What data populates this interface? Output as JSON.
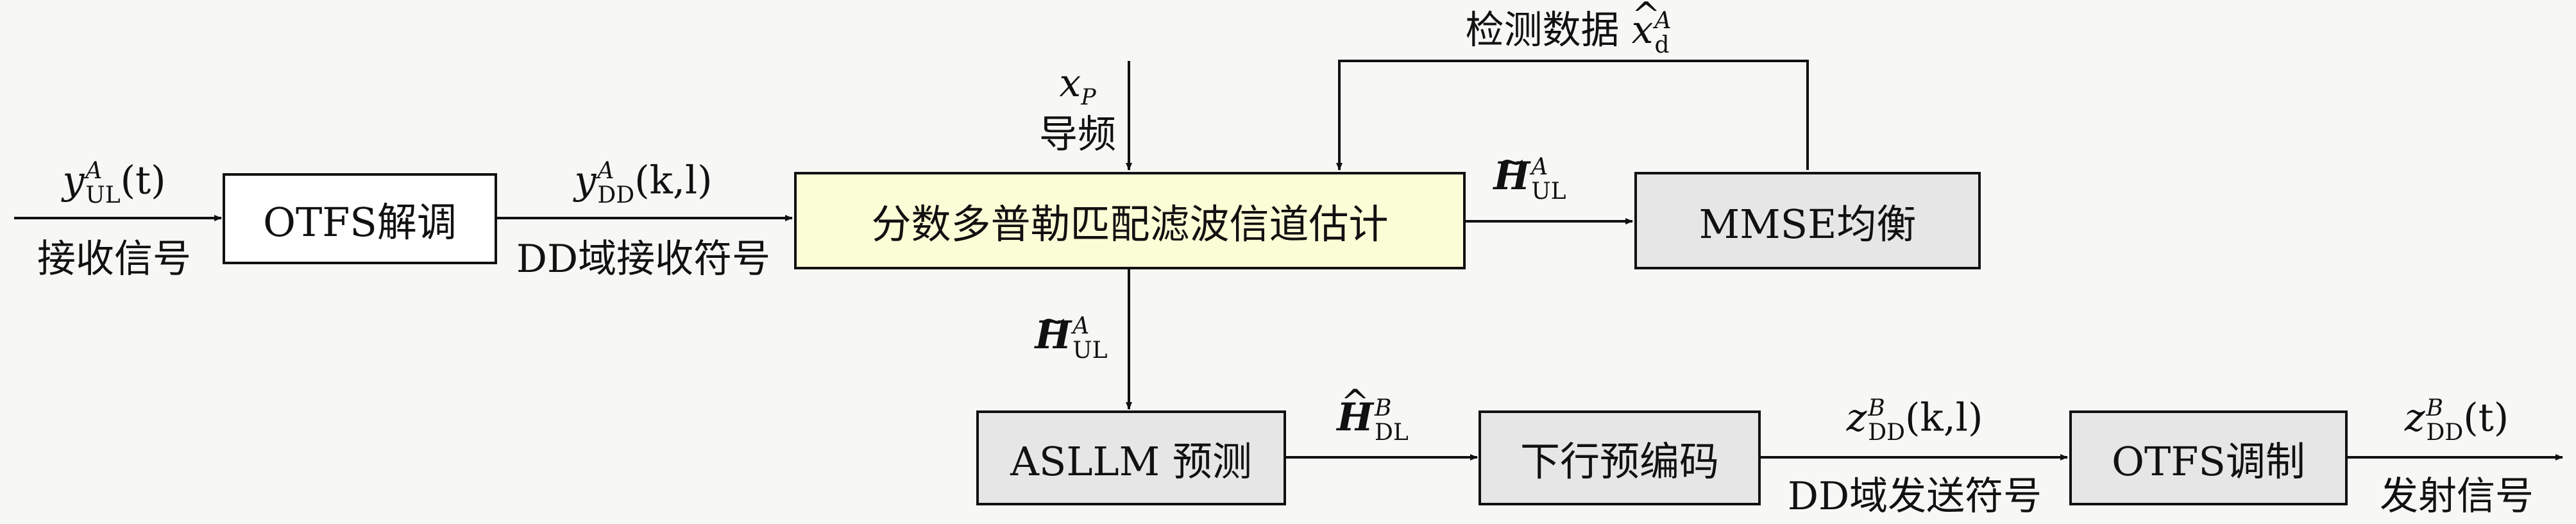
{
  "blocks": {
    "ofts_demod": "OTFS解调",
    "estimator": "分数多普勒匹配滤波信道估计",
    "mmse": "MMSE均衡",
    "asllm": "ASLLM 预测",
    "precoder": "下行预编码",
    "otfs_mod": "OTFS调制"
  },
  "labels": {
    "rx_signal_var": "y",
    "rx_signal_sup": "A",
    "rx_signal_sub": "UL",
    "rx_signal_arg": "(t)",
    "rx_signal_text": "接收信号",
    "dd_rx_var": "y",
    "dd_rx_sup": "A",
    "dd_rx_sub": "DD",
    "dd_rx_arg": "(k,l)",
    "dd_rx_text": "DD域接收符号",
    "pilot_var": "x",
    "pilot_sub": "P",
    "pilot_text": "导频",
    "feedback_text": "检测数据",
    "feedback_var": "x",
    "feedback_hat": "^",
    "feedback_sup": "A",
    "feedback_sub": "d",
    "h_ul_var": "H",
    "h_ul_mark": "~",
    "h_ul_sup": "A",
    "h_ul_sub": "UL",
    "h_dl_var": "H",
    "h_dl_mark": "^",
    "h_dl_sup": "B",
    "h_dl_sub": "DL",
    "z_dd_var": "z",
    "z_dd_sup": "B",
    "z_dd_sub": "DD",
    "z_dd_arg": "(k,l)",
    "z_dd_text": "DD域发送符号",
    "tx_var": "z",
    "tx_sup": "B",
    "tx_sub": "DD",
    "tx_arg": "(t)",
    "tx_text": "发射信号"
  },
  "colors": {
    "line": "#111111",
    "box_white": "#ffffff",
    "box_gray": "#e6e6e6",
    "box_yellow": "#fbfdd6",
    "background": "#f7f7f5"
  }
}
